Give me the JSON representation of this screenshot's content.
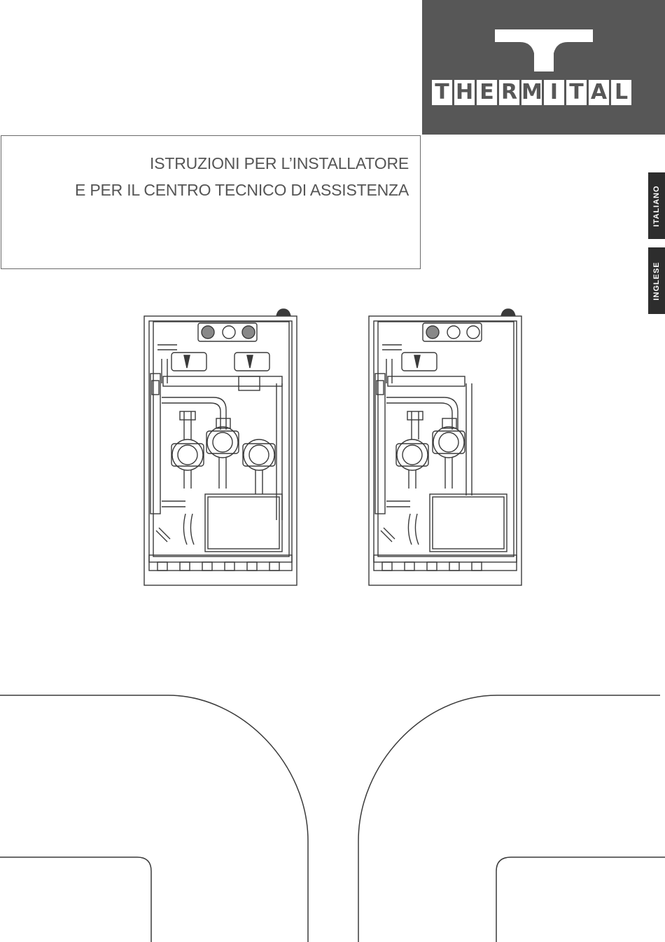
{
  "logo": {
    "letters": [
      "T",
      "H",
      "E",
      "R",
      "M",
      "I",
      "T",
      "A",
      "L"
    ]
  },
  "title": {
    "line1": "ISTRUZIONI PER L’INSTALLATORE",
    "line2": "E PER IL CENTRO TECNICO DI ASSISTENZA"
  },
  "languages": [
    {
      "label": "ITALIANO",
      "active": true
    },
    {
      "label": "INGLESE",
      "active": false
    }
  ],
  "colors": {
    "logo_bg": "#575757",
    "tab_bg": "#2d2d2d",
    "line": "#3a3a3a"
  },
  "illustrations": [
    {
      "variant": "three-circulators"
    },
    {
      "variant": "two-circulators"
    }
  ]
}
